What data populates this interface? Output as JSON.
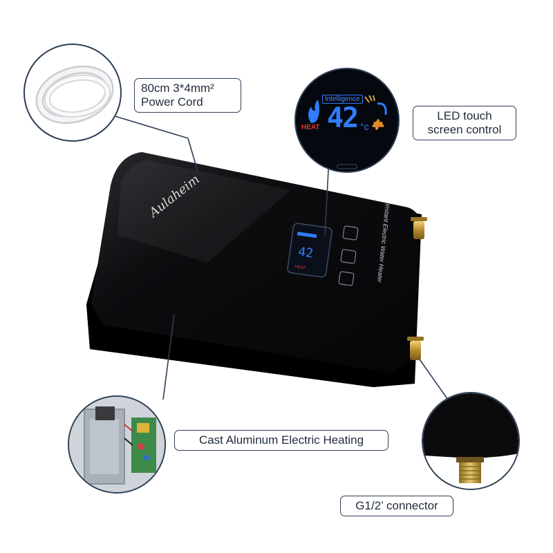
{
  "callouts": {
    "power_cord_line1": "80cm 3*4mm²",
    "power_cord_line2": "Power Cord",
    "led_line1": "LED touch",
    "led_line2": "screen control",
    "heating": "Cast Aluminum Electric Heating",
    "connector": "G1/2’ connector"
  },
  "display": {
    "mode_label": "Intelligence",
    "temperature": "42",
    "unit": "°c",
    "heat_label": "HEAT"
  },
  "device": {
    "brand": "Aulaheim",
    "side_text": "Instant Electric Water Heater"
  },
  "colors": {
    "body": "#0b0b0d",
    "outline": "#2d3f55",
    "lcd_blue": "#2f7dff",
    "heat_red": "#e23a2a",
    "brass": "#c8a04a"
  }
}
